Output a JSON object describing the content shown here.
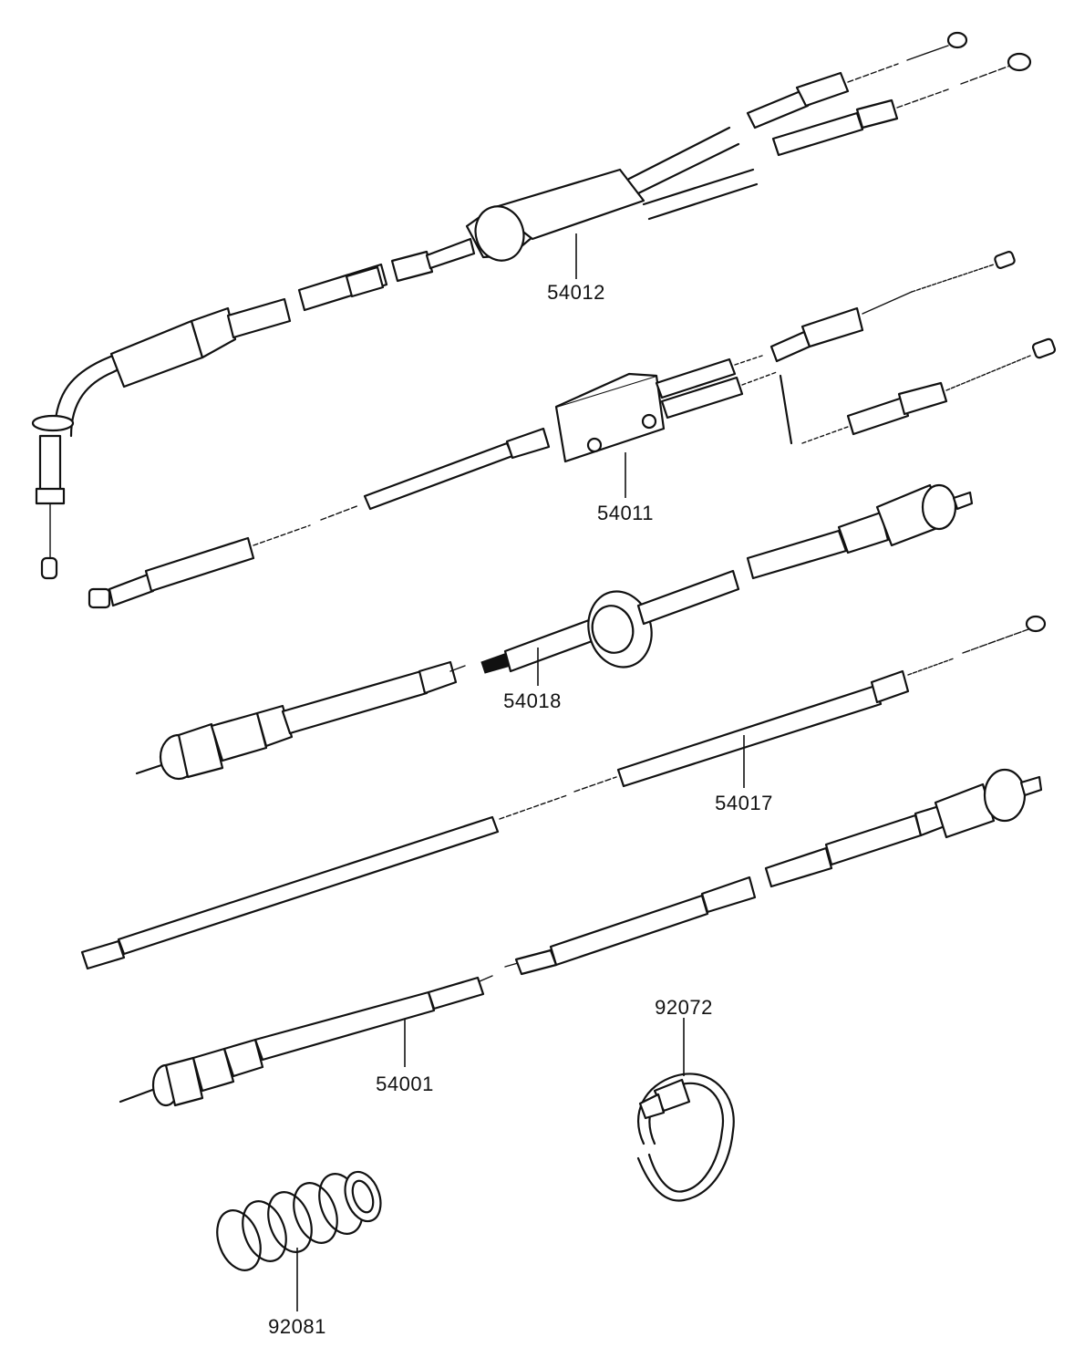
{
  "parts": [
    {
      "id": "54012",
      "label": "54012"
    },
    {
      "id": "54011",
      "label": "54011"
    },
    {
      "id": "54018",
      "label": "54018"
    },
    {
      "id": "54017",
      "label": "54017"
    },
    {
      "id": "54001",
      "label": "54001"
    },
    {
      "id": "92072",
      "label": "92072"
    },
    {
      "id": "92081",
      "label": "92081"
    }
  ]
}
